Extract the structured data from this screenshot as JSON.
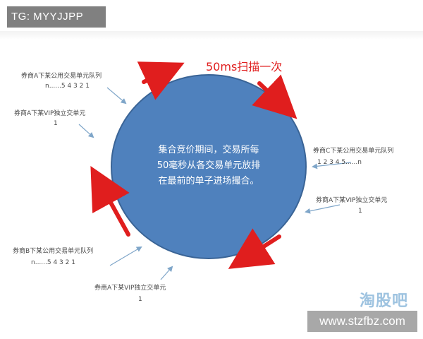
{
  "watermark_tag": "TG: MYYJJPP",
  "footer_url": "www.stzfbz.com",
  "logo_text": "淘股吧",
  "scan_label": "50ms扫描一次",
  "circle_text": [
    "集合竞价期间，交易所每",
    "50毫秒从各交易单元放排",
    "在最前的单子进场撮合。"
  ],
  "labels": {
    "broker_a_public_queue": "券商A下某公用交易单元队列",
    "broker_a_public_queue_nums": "n......5   4   3   2   1",
    "broker_a_vip_left": "券商A下某VIP独立交单元",
    "broker_a_vip_left_num": "1",
    "broker_c_public_queue": "券商C下某公用交易单元队列",
    "broker_c_public_queue_nums": "1  2  3  4  5......n",
    "broker_a_vip_right": "券商A下某VIP独立交单元",
    "broker_a_vip_right_num": "1",
    "broker_b_public_queue": "券商B下某公用交易单元队列",
    "broker_b_public_queue_nums": "n......5   4   3   2   1",
    "broker_a_vip_bottom": "券商A下某VIP独立交单元",
    "broker_a_vip_bottom_num": "1"
  },
  "colors": {
    "circle_fill": "#4f81bd",
    "circle_stroke": "#3a6496",
    "arrow_red": "#e01e1e",
    "label_text": "#4a4a4a",
    "pointer_line": "#7fa6c9"
  }
}
